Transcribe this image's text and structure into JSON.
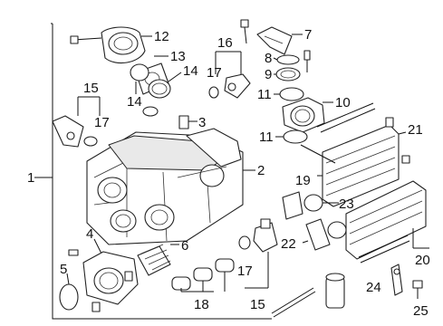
{
  "callouts": {
    "c1": "1",
    "c2": "2",
    "c3": "3",
    "c4": "4",
    "c5": "5",
    "c6": "6",
    "c7": "7",
    "c8": "8",
    "c9": "9",
    "c10": "10",
    "c11a": "11",
    "c11b": "11",
    "c12": "12",
    "c13": "13",
    "c14a": "14",
    "c14b": "14",
    "c15a": "15",
    "c15b": "15",
    "c16": "16",
    "c17a": "17",
    "c17b": "17",
    "c17c": "17",
    "c18": "18",
    "c19": "19",
    "c20": "20",
    "c21": "21",
    "c22": "22",
    "c23": "23",
    "c24": "24",
    "c25": "25"
  }
}
